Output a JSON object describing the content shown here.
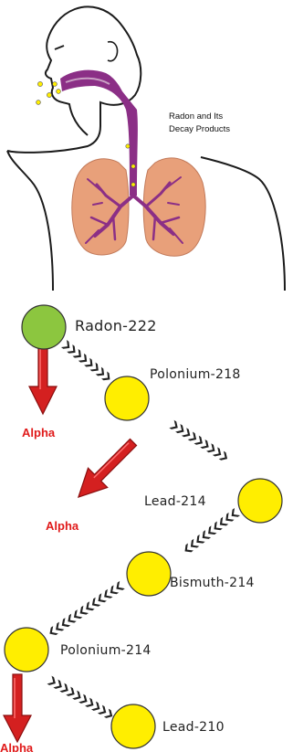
{
  "annotation": {
    "line1": "Radon and Its",
    "line2": "Decay Products"
  },
  "decay_chain": [
    {
      "id": "rn222",
      "label": "Radon-222",
      "color": "#8cc63f"
    },
    {
      "id": "po218",
      "label": "Polonium-218",
      "color": "#ffee00"
    },
    {
      "id": "pb214",
      "label": "Lead-214",
      "color": "#ffee00"
    },
    {
      "id": "bi214",
      "label": "Bismuth-214",
      "color": "#ffee00"
    },
    {
      "id": "po214",
      "label": "Polonium-214",
      "color": "#ffee00"
    },
    {
      "id": "pb210",
      "label": "Lead-210",
      "color": "#ffee00"
    }
  ],
  "alpha_label": "Alpha",
  "colors": {
    "airway": "#8b2f86",
    "lung": "#e8a07a",
    "bronchi": "#8b2f86",
    "alpha_arrow": "#d42020",
    "alpha_text": "#e01a1a",
    "particles": "#ffee00"
  }
}
